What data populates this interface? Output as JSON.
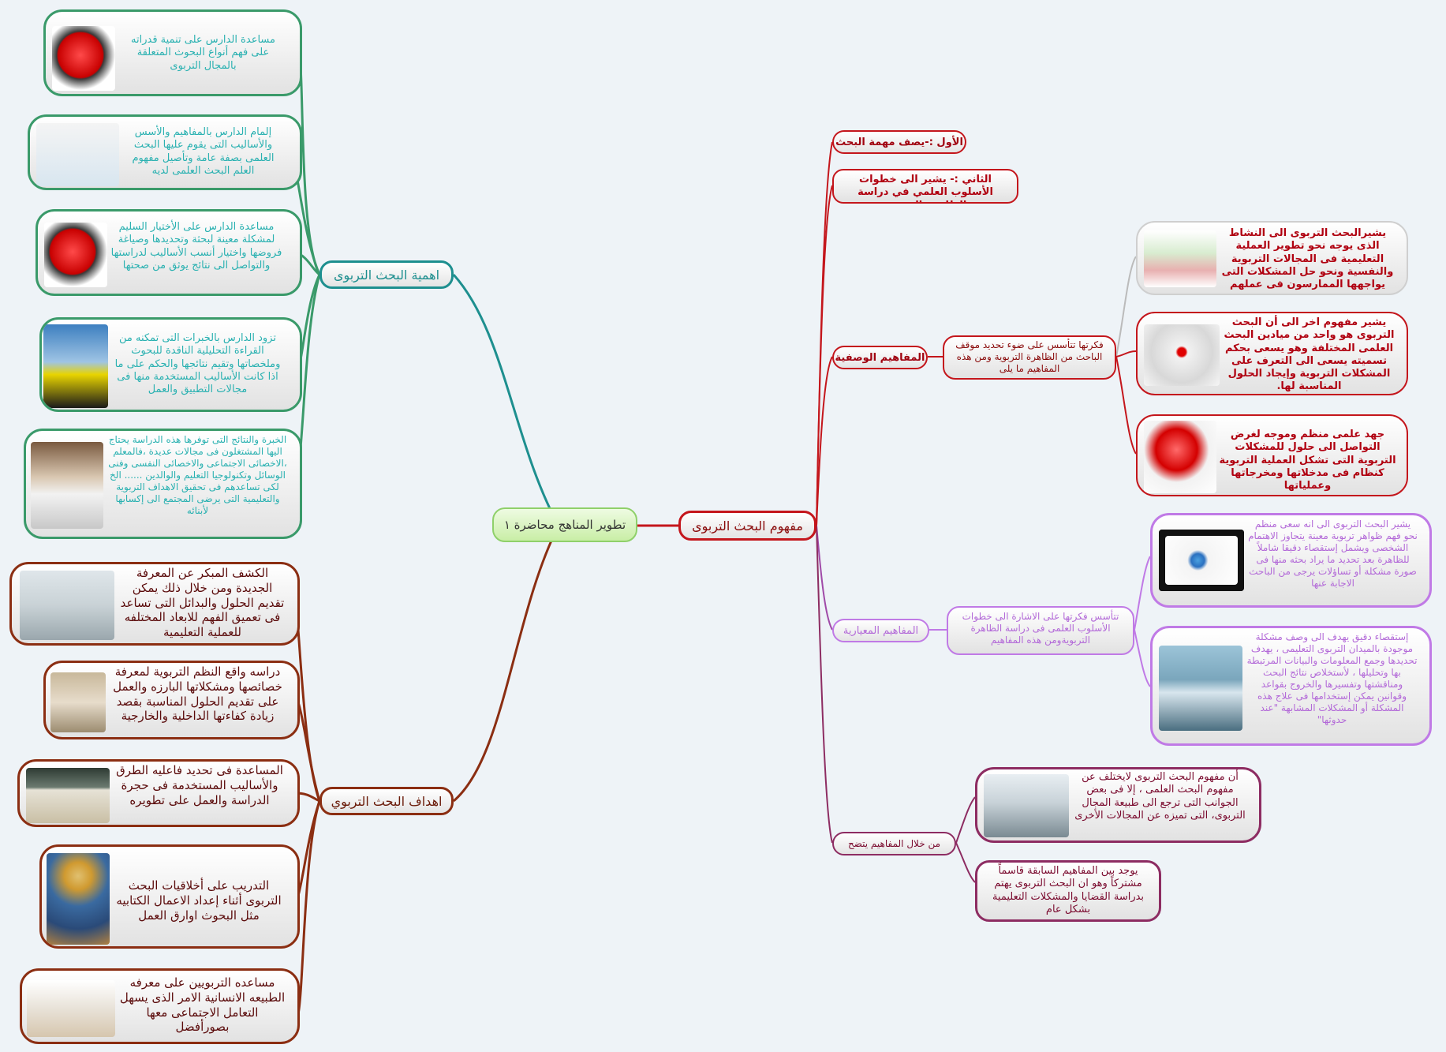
{
  "central": {
    "title": "تطوير المناهج محاضرة ١"
  },
  "left": {
    "importance": {
      "label": "اهمية البحث التربوى",
      "items": [
        "مساعدة الدارس على تنمية قدراته على فهم أنواع البحوث المتعلقة بالمجال التربوى",
        "إلمام الدارس بالمفاهيم والأسس والأساليب التى يقوم عليها البحث العلمى بصفة عامة وتأصيل مفهوم العلم البحث العلمى لديه",
        "مساعدة الدارس على الأختيار السليم لمشكلة معينة لبحثة وتحديدها وصياغة فروضها واختيار أنسب الأساليب لدراستها والتواصل الى نتائج يوثق من صحتها",
        "تزود الدارس بالخبرات التى تمكنه من القراءة التحليلية الناقدة للبحوث وملخصاتها وتقيم نتائجها والحكم على ما اذا كانت الأساليب المستخدمة منها فى مجالات التطبيق والعمل",
        "الخبرة والنتائج التى توفرها هذه الدراسة يحتاج اليها المشتغلون فى مجالات عديدة ،فالمعلم ،الاخصائى الاجتماعى والاخصائى النفسى وفنى الوسائل وتكنولوجيا التعليم والوالدين ...... الخ لكى تساعدهم فى تحقيق الاهداف التربوية والتعليمية التى يرضى المجتمع الى إكسابها لأبنائه"
      ]
    },
    "goals": {
      "label": "اهداف البحث التربوي",
      "items": [
        "الكشف المبكر عن المعرفة الجديدة ومن خلال ذلك يمكن تقديم الحلول والبدائل التى تساعد فى تعميق الفهم للابعاد المختلفه للعملية التعليمية",
        "دراسه واقع النظم التربوية لمعرفة خصائصها ومشكلاتها البارزه والعمل على تقديم الحلول المناسبة بقصد زيادة كفاءتها الداخلية والخارجية",
        "المساعدة فى تحديد فاعليه الطرق والأساليب المستخدمة فى حجرة الدراسة والعمل على تطويره",
        "التدريب على أخلاقيات البحث التربوى أثناء إعداد الاعمال الكتابيه مثل البحوث اوارق العمل",
        "مساعده التربويين على معرفه الطبيعه الانسانية الامر الذى يسهل التعامل الاجتماعى معها بصورأفضل"
      ]
    }
  },
  "right": {
    "concept": {
      "label": "مفهوم البحث التربوى"
    },
    "first": "الأول :-يصف مهمة البحث",
    "second": "الثاني :- يشير الى خطوات الأسلوب العلمي في دراسة الظاهرة التربوية",
    "descriptive": {
      "label": "المفاهيم الوصفية",
      "intro": "فكرتها تتأسس على ضوء تحديد موقف الباحث من الظاهرة التربوية ومن هذه المفاهيم ما يلى",
      "items": [
        "يشيرالبحث التربوى الى النشاط الذى يوجه نحو تطوير العملية التعليمية فى المجالات التربوية والنفسية ونحو حل المشكلات التى يواجهها الممارسون فى عملهم",
        "يشير مفهوم اخر الى أن البحث التربوى هو واحد من ميادين البحث العلمى المختلفة وهو يسعى بحكم تسميته يسعى الى التعرف على المشكلات التربوية وإيجاد الحلول المناسبة لها.",
        "جهد علمى منظم وموجه لغرض التواصل الى حلول للمشكلات التربوية التى تشكل العملية التربوية كنظام فى مدخلاتها ومخرجاتها وعملياتها"
      ]
    },
    "normative": {
      "label": "المفاهيم المعيارية",
      "intro": "تتأسس فكرتها على الاشارة الى خطوات الأسلوب العلمى فى دراسة الظاهرة التربويةومن هذه المفاهيم",
      "items": [
        "يشير البحث التربوى الى انه سعى منظم نحو فهم ظواهر تربوية معينة يتجاوز الاهتمام الشخصى ويشمل إستقصاء دقيقا شاملاً للظاهرة بعد تحديد ما يراد بحثه منها فى صورة مشكلة أو تساؤلات يرجى من الباحث الاجابة عنها",
        "إستقصاء دقيق يهدف الى وصف مشكلة موجودة بالميدان التربوى التعليمى ، يهدف تحديدها وجمع المعلومات والبيانات المرتبطة بها وتحليلها ، لأستخلاص نتائج البحث ومناقشتها وتفسيرها والخروج بقواعد وقوانين يمكن إستخدامها فى علاج هذه المشكلة أو المشكلات المشابهة \"عند حدوثها\""
      ]
    },
    "through": {
      "label": "من خلال المفاهيم يتضح",
      "items": [
        "أن مفهوم البحث التربوى لايختلف عن مفهوم البحث العلمى ، إلا فى بعض الجوانب التى ترجع الى طبيعة المجال التربوى، التى تميزه عن المجالات الأخرى",
        "يوجد بين المفاهيم السابقة قاسماً مشتركاً وهو ان البحث التربوى يهتم بدراسة القضايا والمشكلات التعليمية بشكل عام"
      ]
    }
  },
  "icons": [
    "help-button-icon",
    "teacher-cartoon-icon",
    "help-button-icon",
    "referee-photo-icon",
    "speaker-photo-icon",
    "classroom-photo-icon",
    "school-photo-icon",
    "classroom-cartoon-icon",
    "saint-painting-icon",
    "people-cartoon-icon",
    "puzzle-people-icon",
    "question-people-icon",
    "heart-doctor-icon",
    "question-mark-icon",
    "surgeon-photo-icon",
    "lab-photo-icon"
  ],
  "colors": {
    "teal": "#1e8f8f",
    "brown": "#8b2e12",
    "red": "#c4161c",
    "violet": "#c07ae6",
    "plum": "#8d2c62",
    "central_fill": "#d6f5b8"
  }
}
